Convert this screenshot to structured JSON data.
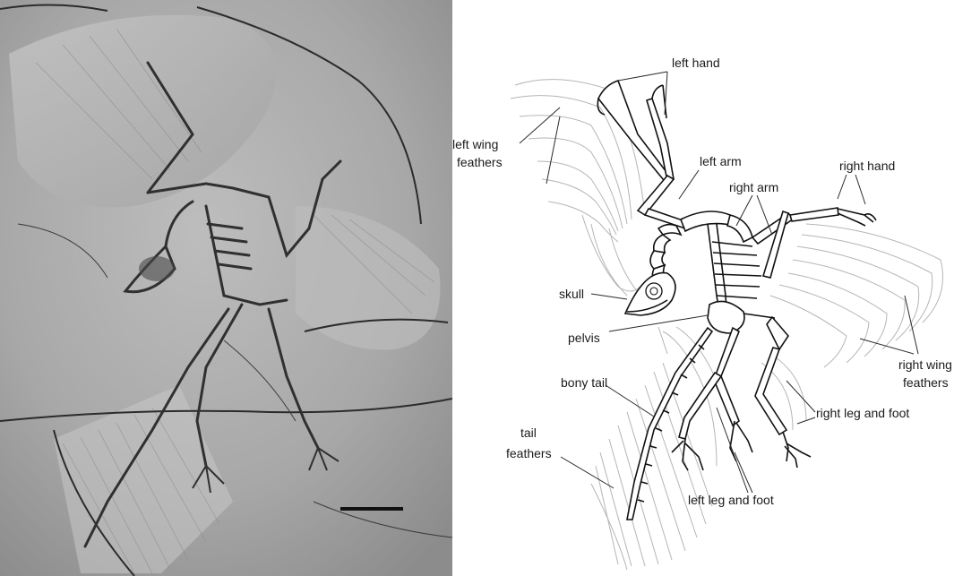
{
  "photo": {
    "subject": "fossil-slab-photograph",
    "has_scale_bar": true
  },
  "diagram": {
    "labels": {
      "left_hand": "left hand",
      "left_wing_feathers_1": "left wing",
      "left_wing_feathers_2": "feathers",
      "left_arm": "left arm",
      "right_hand": "right hand",
      "right_arm": "right arm",
      "skull": "skull",
      "pelvis": "pelvis",
      "right_wing_feathers_1": "right wing",
      "right_wing_feathers_2": "feathers",
      "bony_tail": "bony tail",
      "right_leg_and_foot": "right leg and foot",
      "tail_feathers_1": "tail",
      "tail_feathers_2": "feathers",
      "left_leg_and_foot": "left leg and foot"
    }
  },
  "colors": {
    "photo_bg": "#a9a9a9",
    "photo_dark": "#2e2e2e",
    "bone_stroke": "#111111",
    "feather_stroke": "#b5b5b5",
    "label_text": "#1a1a1a"
  }
}
